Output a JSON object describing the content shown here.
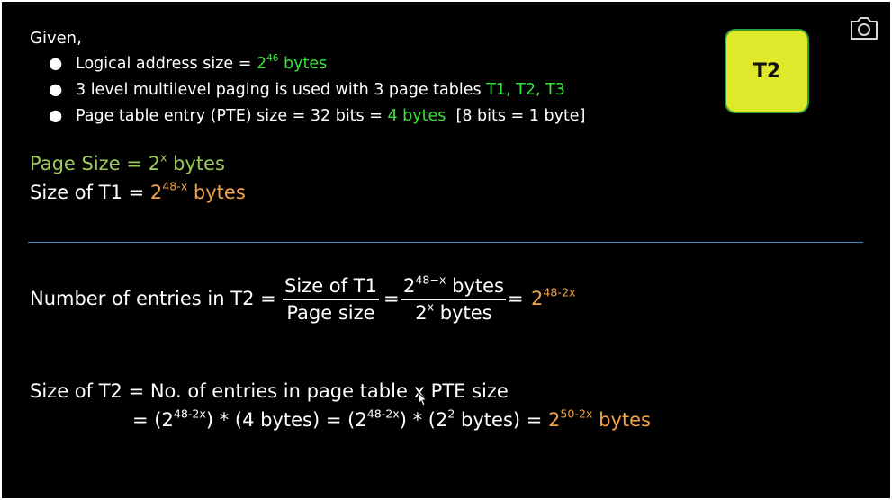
{
  "given": {
    "label": "Given,",
    "bullets": [
      {
        "prefix": "Logical address size = ",
        "base": "2",
        "exp": "46",
        "unit": " bytes"
      },
      {
        "text": "3 level multilevel paging is used with 3 page tables ",
        "highlight": "T1, T2, T3"
      },
      {
        "text": "Page table entry (PTE) size = 32 bits = ",
        "highlight": "4 bytes",
        "suffix": "  [8 bits = 1 byte]"
      }
    ]
  },
  "badge": {
    "label": "T2"
  },
  "page_size": {
    "prefix": "Page Size = 2",
    "exp": "x",
    "suffix": " bytes"
  },
  "size_t1": {
    "prefix": "Size of T1 = ",
    "base": "2",
    "exp": "48-x",
    "unit": " bytes"
  },
  "entries": {
    "label": "Number of entries in T2 =",
    "frac1": {
      "num": "Size of T1",
      "den": "Page size"
    },
    "equals": "=",
    "frac2": {
      "num_base": "2",
      "num_exp": "48−x",
      "num_unit": " bytes",
      "den_base": "2",
      "den_exp": "x",
      "den_unit": " bytes"
    },
    "result_base": "2",
    "result_exp": "48-2x"
  },
  "size_t2": {
    "line1": "Size of T2 = No. of entries in page table x PTE size",
    "line2": {
      "p1": "= (2",
      "e1": "48-2x",
      "p2": ") * (4 bytes) = (2",
      "e2": "48-2x",
      "p3": ") * (2",
      "e3": "2",
      "p4": " bytes) = ",
      "res_base": "2",
      "res_exp": "50-2x",
      "res_unit": " bytes"
    }
  },
  "colors": {
    "green": "#39e23a",
    "olive": "#9cc95a",
    "orange": "#f0a24a",
    "badge": "#dfe82a",
    "divider": "#4f86b8"
  },
  "icons": {
    "camera": "camera-icon",
    "cursor": "mouse-cursor-icon"
  }
}
